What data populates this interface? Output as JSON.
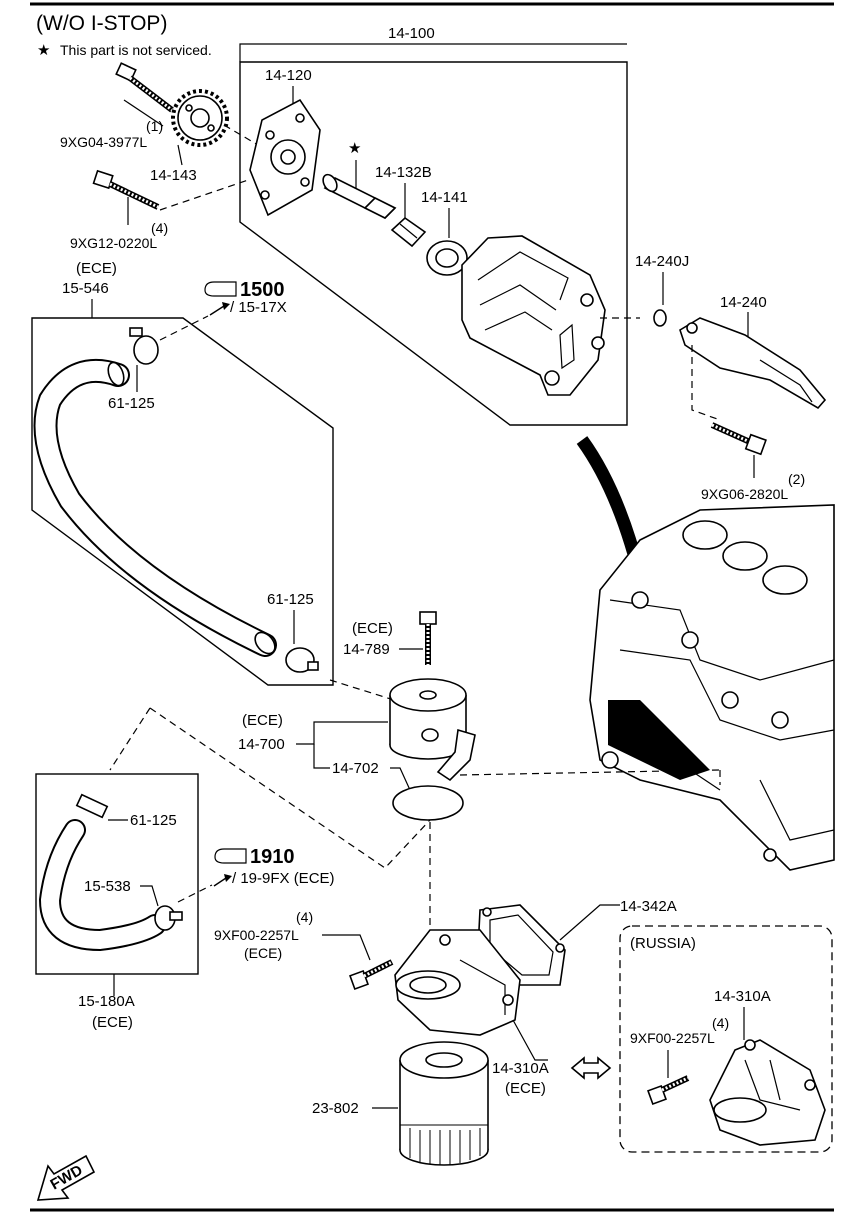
{
  "header": {
    "title": "(W/O I-STOP)",
    "note_symbol": "★",
    "note": "This part is not serviced."
  },
  "groups": {
    "oil_pump_assembly": "14-100",
    "hose_top_ece": "(ECE)",
    "hose_top": "15-546",
    "hose_bottom": "15-180A",
    "hose_bottom_ece": "(ECE)",
    "russia": "(RUSSIA)"
  },
  "callouts": {
    "bolt_a": "9XG04-3977L",
    "bolt_a_qty": "(1)",
    "sprocket": "14-143",
    "bolt_b": "9XG12-0220L",
    "bolt_b_qty": "(4)",
    "pump_cover": "14-120",
    "star_mark": "★",
    "spring": "14-132B",
    "plunger": "14-141",
    "ring": "14-240J",
    "bracket": "14-240",
    "bolt_c_qty": "(2)",
    "bolt_c": "9XG06-2820L",
    "clamp_top_1": "61-125",
    "clamp_top_2": "61-125",
    "bolt_d_ece": "(ECE)",
    "bolt_d": "14-789",
    "cooler_ece": "(ECE)",
    "cooler": "14-700",
    "oring": "14-702",
    "clamp_bottom": "61-125",
    "hose_small": "15-538",
    "gasket": "14-342A",
    "bolt_e_qty": "(4)",
    "bolt_e": "9XF00-2257L",
    "bolt_e_ece": "(ECE)",
    "housing": "14-310A",
    "housing_ece": "(ECE)",
    "filter": "23-802",
    "russia_housing": "14-310A",
    "russia_bolt_qty": "(4)",
    "russia_bolt": "9XF00-2257L"
  },
  "references": {
    "ref1_number": "1500",
    "ref1_sub": "/ 15-17X",
    "ref2_number": "1910",
    "ref2_sub": "/ 19-9FX (ECE)"
  },
  "fwd_label": "FWD"
}
